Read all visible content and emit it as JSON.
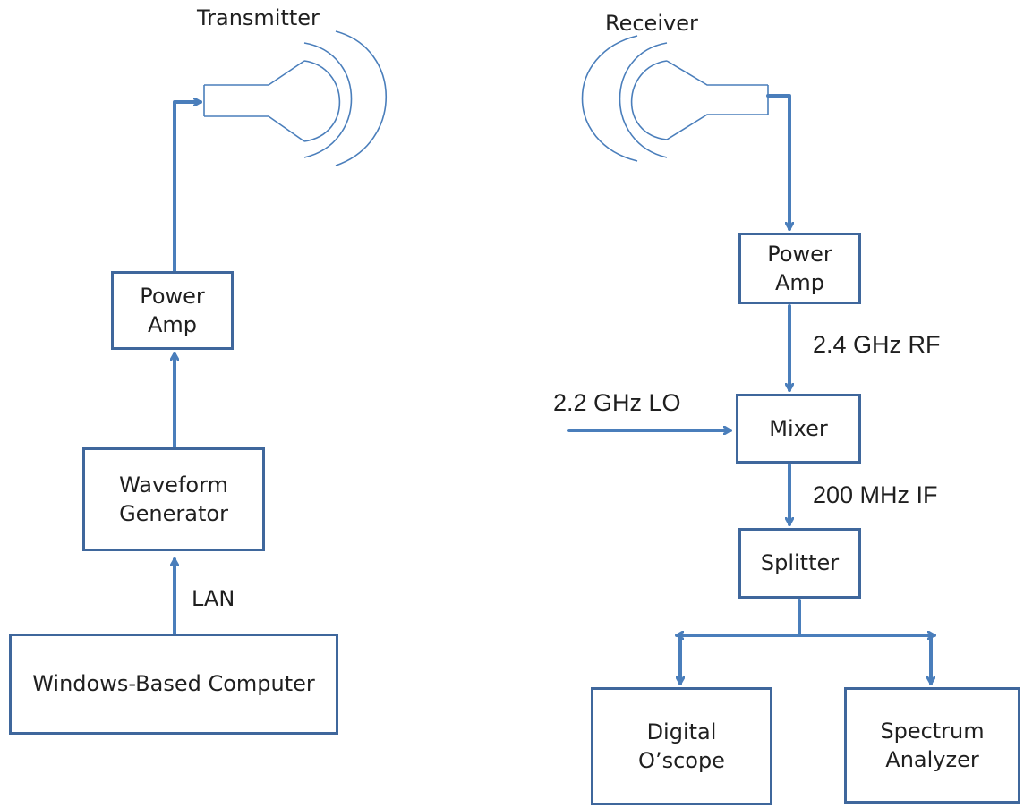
{
  "diagram": {
    "transmitter_label": "Transmitter",
    "receiver_label": "Receiver",
    "colors": {
      "line": "#4a7ebb",
      "box_border": "#3f679c",
      "text": "#1f1f1f"
    },
    "transmit_chain": {
      "computer": "Windows-Based Computer",
      "link_label": "LAN",
      "generator": [
        "Waveform",
        "Generator"
      ],
      "amp": [
        "Power",
        "Amp"
      ]
    },
    "receive_chain": {
      "amp": [
        "Power",
        "Amp"
      ],
      "rf_label": "2.4 GHz RF",
      "lo_label": "2.2 GHz LO",
      "mixer": "Mixer",
      "if_label": "200 MHz IF",
      "splitter": "Splitter",
      "scope": [
        "Digital",
        "O’scope"
      ],
      "analyzer": [
        "Spectrum",
        "Analyzer"
      ]
    }
  }
}
